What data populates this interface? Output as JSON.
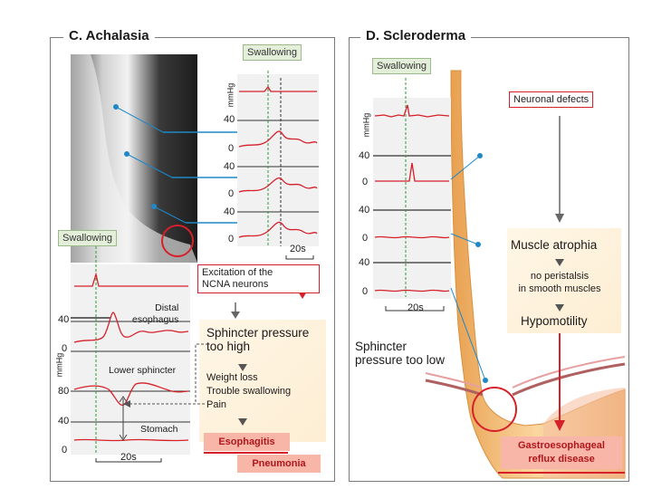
{
  "panel_c": {
    "title": "C. Achalasia",
    "swallowing_top": "Swallowing",
    "swallowing_bottom": "Swallowing",
    "unit_top": "mmHg",
    "unit_bottom": "mmHg",
    "ticks_top": [
      "40",
      "0",
      "40",
      "0",
      "40",
      "0"
    ],
    "scale_top": "20s",
    "excitation": "Excitation of the\nNCNA neurons",
    "distal": "Distal\nesophagus",
    "ticks_bottom": [
      "40",
      "0",
      "80",
      "40",
      "0"
    ],
    "lower_sphincter": "Lower sphincter",
    "stomach": "Stomach",
    "scale_bottom": "20s",
    "sphincter_high": "Sphincter pressure\ntoo high",
    "symptoms": [
      "Weight loss",
      "Trouble swallowing",
      "Pain"
    ],
    "esophagitis": "Esophagitis",
    "pneumonia": "Pneumonia"
  },
  "panel_d": {
    "title": "D. Scleroderma",
    "swallowing": "Swallowing",
    "unit": "mmHg",
    "ticks": [
      "40",
      "0",
      "40",
      "0",
      "40",
      "0"
    ],
    "scale": "20s",
    "neuronal": "Neuronal defects",
    "atrophia": "Muscle atrophia",
    "no_peristalsis": "no peristalsis\nin smooth muscles",
    "hypomotility": "Hypomotility",
    "sphincter_low": "Sphincter\npressure too low",
    "gerd": "Gastroesophageal\nreflux disease"
  },
  "colors": {
    "trace": "#d6202a",
    "swallow_line": "#2a9d3a",
    "tag_bg": "#e3efd9",
    "pink": "#f7b6a7",
    "esophagus": "#f2b66a"
  }
}
